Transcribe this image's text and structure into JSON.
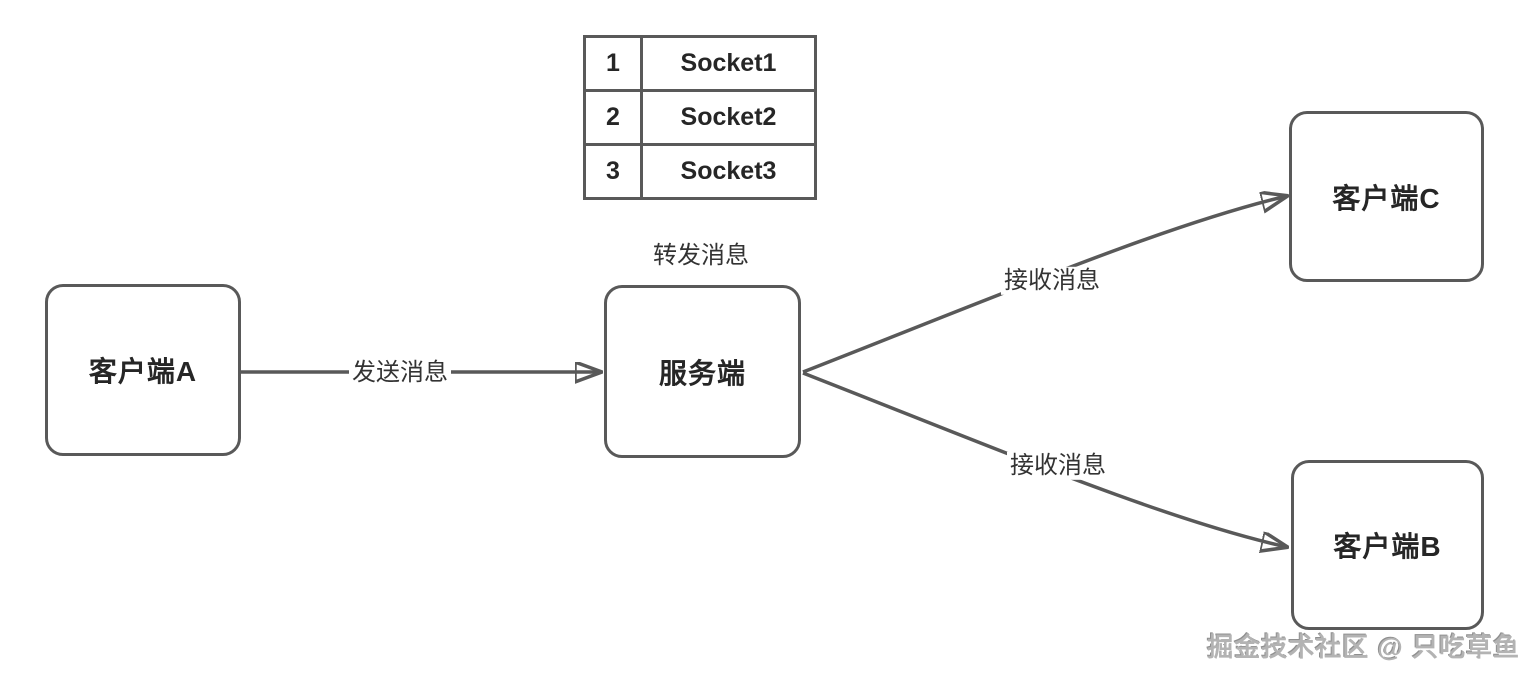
{
  "diagram": {
    "background": "#ffffff",
    "line_color": "#595959",
    "node_text_color": "#262626",
    "label_text_color": "#333333",
    "watermark_color": "#b3b3b3"
  },
  "socket_table": {
    "rows": [
      {
        "id": "1",
        "socket": "Socket1"
      },
      {
        "id": "2",
        "socket": "Socket2"
      },
      {
        "id": "3",
        "socket": "Socket3"
      }
    ]
  },
  "nodes": {
    "client_a": {
      "label": "客户端A"
    },
    "server": {
      "label": "服务端"
    },
    "client_c": {
      "label": "客户端C"
    },
    "client_b": {
      "label": "客户端B"
    }
  },
  "edges": {
    "send": {
      "label": "发送消息",
      "from": "client_a",
      "to": "server"
    },
    "forward": {
      "label": "转发消息",
      "at": "server"
    },
    "receive_c": {
      "label": "接收消息",
      "from": "server",
      "to": "client_c"
    },
    "receive_b": {
      "label": "接收消息",
      "from": "server",
      "to": "client_b"
    }
  },
  "watermark": {
    "text": "掘金技术社区 @ 只吃草鱼"
  }
}
